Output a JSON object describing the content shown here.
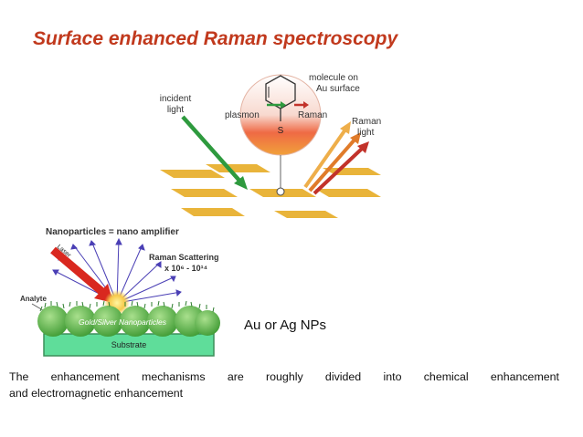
{
  "slide": {
    "title": "Surface enhanced Raman spectroscopy",
    "caption": "Au or Ag NPs",
    "body_line1": "The enhancement mechanisms are roughly divided into chemical enhancement",
    "body_line2": "and electromagnetic enhancement"
  },
  "top_figure": {
    "incident_line1": "incident",
    "incident_line2": "light",
    "molecule_line1": "molecule on",
    "molecule_line2": "Au surface",
    "plasmon": "plasmon",
    "raman": "Raman",
    "raman_light_line1": "Raman",
    "raman_light_line2": "light",
    "sulfur": "S"
  },
  "bottom_figure": {
    "nano_title": "Nanoparticles = nano amplifier",
    "scatter_line1": "Raman Scattering",
    "scatter_line2": "x 10⁶ - 10¹⁴",
    "laser": "Laser",
    "analyte": "Analyte",
    "np_label": "Gold/Silver Nanoparticles",
    "substrate": "Substrate"
  },
  "colors": {
    "title": "#c1391d",
    "incident_arrow": "#2e9a3e",
    "raman_arrow_dark": "#c2322a",
    "raman_arrow_orange": "#e07b2a",
    "raman_arrow_light": "#eeae4a",
    "gold_plate": "#e9b43a",
    "laser_arrow": "#d9281f",
    "scatter_arrows": "#4a3fb5",
    "nanoparticle": "#5bb84a",
    "substrate": "#5fdd9a"
  }
}
